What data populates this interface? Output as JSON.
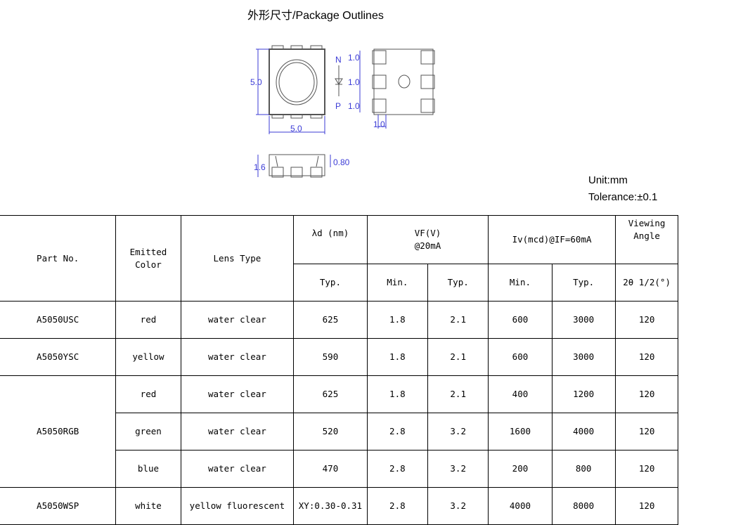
{
  "title": "外形尺寸/Package Outlines",
  "unit": "Unit:mm",
  "tolerance": "Tolerance:±0.1",
  "drawing": {
    "dim_height": "5.0",
    "dim_width": "5.0",
    "pitch_1": "1.0",
    "pitch_2": "1.0",
    "pitch_3": "1.0",
    "pad_width": "1.0",
    "label_n": "N",
    "label_p": "P",
    "side_height": "1.6",
    "side_lens": "0.80"
  },
  "table": {
    "headers": {
      "part_no": "Part No.",
      "emitted_color": "Emitted Color",
      "lens_type": "Lens Type",
      "wavelength": "λd (nm)",
      "vf": "VF(V)",
      "vf_cond": "@20mA",
      "iv": "Iv(mcd)@IF=60mA",
      "viewing": "Viewing",
      "viewing2": "Angle",
      "typ": "Typ.",
      "min": "Min.",
      "angle_unit": "2θ 1/2(°)"
    },
    "rows": [
      {
        "part": "A5050USC",
        "color": "red",
        "lens": "water clear",
        "wl": "625",
        "vf_min": "1.8",
        "vf_typ": "2.1",
        "iv_min": "600",
        "iv_typ": "3000",
        "angle": "120"
      },
      {
        "part": "A5050YSC",
        "color": "yellow",
        "lens": "water clear",
        "wl": "590",
        "vf_min": "1.8",
        "vf_typ": "2.1",
        "iv_min": "600",
        "iv_typ": "3000",
        "angle": "120"
      },
      {
        "part": "A5050RGB",
        "color": "red",
        "lens": "water clear",
        "wl": "625",
        "vf_min": "1.8",
        "vf_typ": "2.1",
        "iv_min": "400",
        "iv_typ": "1200",
        "angle": "120"
      },
      {
        "part": "",
        "color": "green",
        "lens": "water clear",
        "wl": "520",
        "vf_min": "2.8",
        "vf_typ": "3.2",
        "iv_min": "1600",
        "iv_typ": "4000",
        "angle": "120"
      },
      {
        "part": "",
        "color": "blue",
        "lens": "water clear",
        "wl": "470",
        "vf_min": "2.8",
        "vf_typ": "3.2",
        "iv_min": "200",
        "iv_typ": "800",
        "angle": "120"
      },
      {
        "part": "A5050WSP",
        "color": "white",
        "lens": "yellow fluorescent",
        "wl": "XY:0.30-0.31",
        "vf_min": "2.8",
        "vf_typ": "3.2",
        "iv_min": "4000",
        "iv_typ": "8000",
        "angle": "120"
      }
    ]
  }
}
